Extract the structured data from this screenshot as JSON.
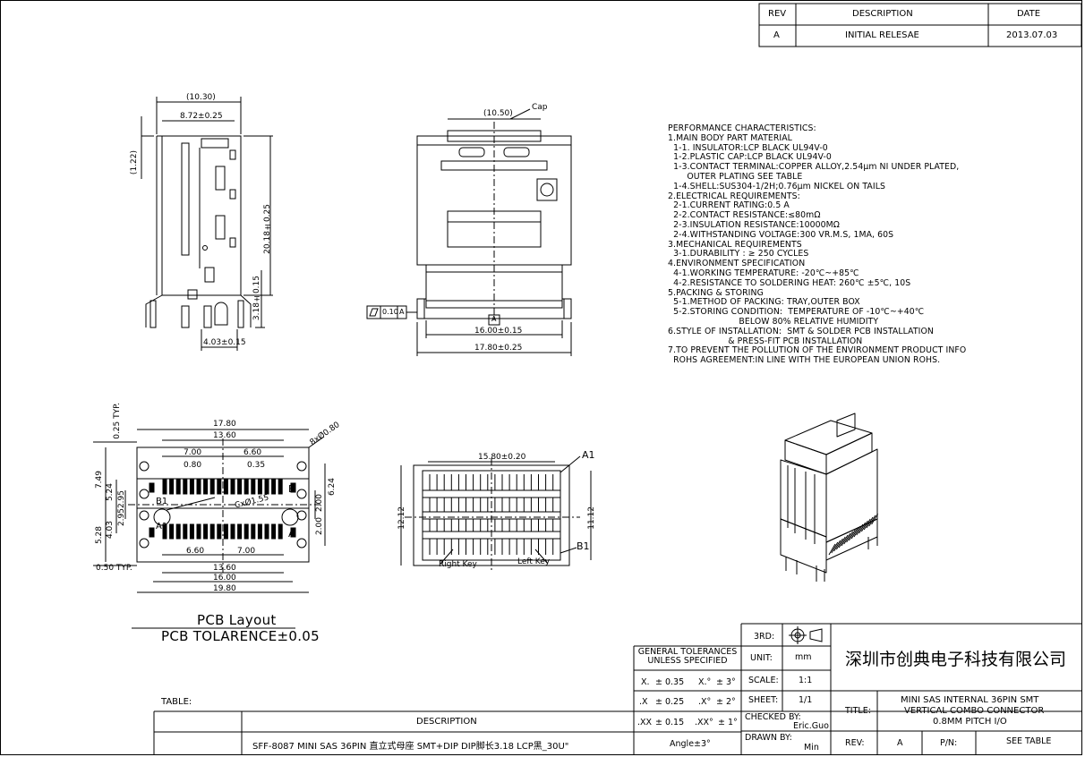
{
  "revision_block": {
    "headers": [
      "REV",
      "DESCRIPTION",
      "DATE"
    ],
    "row": {
      "rev": "A",
      "description": "INITIAL RELESAE",
      "date": "2013.07.03"
    }
  },
  "performance": {
    "heading": "PERFORMANCE CHARACTERISTICS:",
    "lines": [
      "1.MAIN BODY PART MATERIAL",
      "  1-1. INSULATOR:LCP BLACK UL94V-0",
      "  1-2.PLASTIC CAP:LCP BLACK UL94V-0",
      "  1-3.CONTACT TERMINAL:COPPER ALLOY,2.54μm NI UNDER PLATED,",
      "       OUTER PLATING SEE TABLE",
      "  1-4.SHELL:SUS304-1/2H;0.76μm NICKEL ON TAILS",
      "2.ELECTRICAL REQUIREMENTS:",
      "  2-1.CURRENT RATING:0.5 A",
      "  2-2.CONTACT RESISTANCE:≤80mΩ",
      "  2-3.INSULATION RESISTANCE:10000MΩ",
      "  2-4.WITHSTANDING VOLTAGE:300 VR.M.S, 1MA, 60S",
      "3.MECHANICAL REQUIREMENTS",
      "  3-1.DURABILITY : ≥ 250 CYCLES",
      "4.ENVIRONMENT SPECIFICATION",
      "  4-1.WORKING TEMPERATURE: -20℃~+85℃",
      "  4-2.RESISTANCE TO SOLDERING HEAT: 260℃ ±5℃, 10S",
      "5.PACKING & STORING",
      "  5-1.METHOD OF PACKING: TRAY,OUTER BOX",
      "  5-2.STORING CONDITION:  TEMPERATURE OF -10℃~+40℃",
      "                          BELOW 80% RELATIVE HUMIDITY",
      "6.STYLE OF INSTALLATION:  SMT & SOLDER PCB INSTALLATION",
      "                      & PRESS-FIT PCB INSTALLATION",
      "7.TO PREVENT THE POLLUTION OF THE ENVIRONMENT PRODUCT INFO",
      "  ROHS AGREEMENT:IN LINE WITH THE EUROPEAN UNION ROHS."
    ]
  },
  "dimensions": {
    "side_view": [
      "(10.30)",
      "8.72±0.25",
      "(1.22)",
      "20.18±0.25",
      "3.18±0.15",
      "4.03±0.15"
    ],
    "front_view": [
      "(10.50)",
      "Cap",
      "0.10",
      "A",
      "A",
      "16.00±0.15",
      "17.80±0.25"
    ],
    "pcb": [
      "17.80",
      "13.60",
      "7.00",
      "6.60",
      "0.80",
      "0.35",
      "0.25 TYP.",
      "7.49",
      "5.24",
      "2.95",
      "2.95",
      "4.03",
      "5.28",
      "6.24",
      "2.00",
      "2.00",
      "8xØ0.80",
      "CxØ1.55",
      "B",
      "B1",
      "A1",
      "A",
      "6.60",
      "7.00",
      "13.60",
      "16.00",
      "19.80",
      "0.50 TYP."
    ],
    "bottom_view": [
      "15.80±0.20",
      "A1",
      "B1",
      "12.12",
      "11.12",
      "Right Key",
      "Left Key"
    ]
  },
  "pcb_caption": {
    "title": "PCB Layout",
    "tolerance": "PCB TOLARENCE±0.05"
  },
  "title_block": {
    "table_label": "TABLE:",
    "description_header": "DESCRIPTION",
    "description_value": "SFF-8087 MINI SAS 36PIN 直立式母座 SMT+DIP  DIP脚长3.18 LCP黑_30U\"",
    "tolerance_header": "GENERAL TOLERANCES UNLESS SPECIFIED",
    "tol_rows": [
      [
        "X.",
        "± 0.35",
        "X.°",
        "± 3°"
      ],
      [
        ".X",
        "± 0.25",
        ".X°",
        "± 2°"
      ],
      [
        ".XX",
        "± 0.15",
        ".XX°",
        "± 1°"
      ]
    ],
    "angle": "Angle±3°",
    "third_label": "3RD:",
    "unit_label": "UNIT:",
    "unit_value": "mm",
    "scale_label": "SCALE:",
    "scale_value": "1:1",
    "sheet_label": "SHEET:",
    "sheet_value": "1/1",
    "checked_label": "CHECKED BY:",
    "checked_value": "Eric.Guo",
    "drawn_label": "DRAWN BY:",
    "drawn_value": "Min",
    "company": "深圳市创典电子科技有限公司",
    "title_label": "TITLE:",
    "title_lines": [
      "MINI SAS INTERNAL 36PIN SMT",
      "VERTICAL COMBO CONNECTOR",
      "0.8MM PITCH I/O"
    ],
    "rev_label": "REV:",
    "rev_value": "A",
    "pn_label": "P/N:",
    "pn_value": "SEE TABLE"
  }
}
